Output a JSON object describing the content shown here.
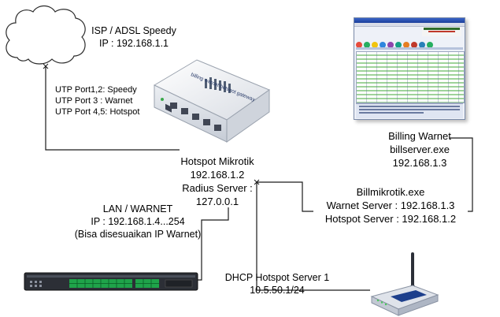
{
  "nodes": {
    "isp": {
      "lines": [
        "ISP / ADSL Speedy",
        "IP : 192.168.1.1"
      ]
    },
    "uplink": {
      "lines": [
        "UTP Port1,2: Speedy",
        "UTP Port 3 : Warnet",
        "UTP Port 4,5: Hotspot"
      ]
    },
    "mikrotik": {
      "lines": [
        "Hotspot Mikrotik",
        "192.168.1.2",
        "Radius Server :",
        "127.0.0.1"
      ],
      "device_text": "billing warnet hotspot gateway"
    },
    "lan": {
      "lines": [
        "LAN / WARNET",
        "IP : 192.168.1.4...254",
        "(Bisa disesuaikan IP Warnet)"
      ]
    },
    "billing": {
      "lines": [
        "Billing Warnet",
        "billserver.exe",
        "192.168.1.3"
      ]
    },
    "billmikrotik": {
      "lines": [
        "Billmikrotik.exe",
        "Warnet Server : 192.168.1.3",
        "Hotspot Server : 192.168.1.2"
      ]
    },
    "dhcp": {
      "lines": [
        "DHCP Hotspot Server 1",
        "10.5.50.1/24"
      ]
    }
  },
  "colors": {
    "wire": "#1a1a1a",
    "cloud_stroke": "#2b2b2b",
    "router_body": "#f3f4f6",
    "switch_body": "#2c2f36",
    "switch_ports": "#1fa34a",
    "ap_body": "#dfe3ea"
  }
}
